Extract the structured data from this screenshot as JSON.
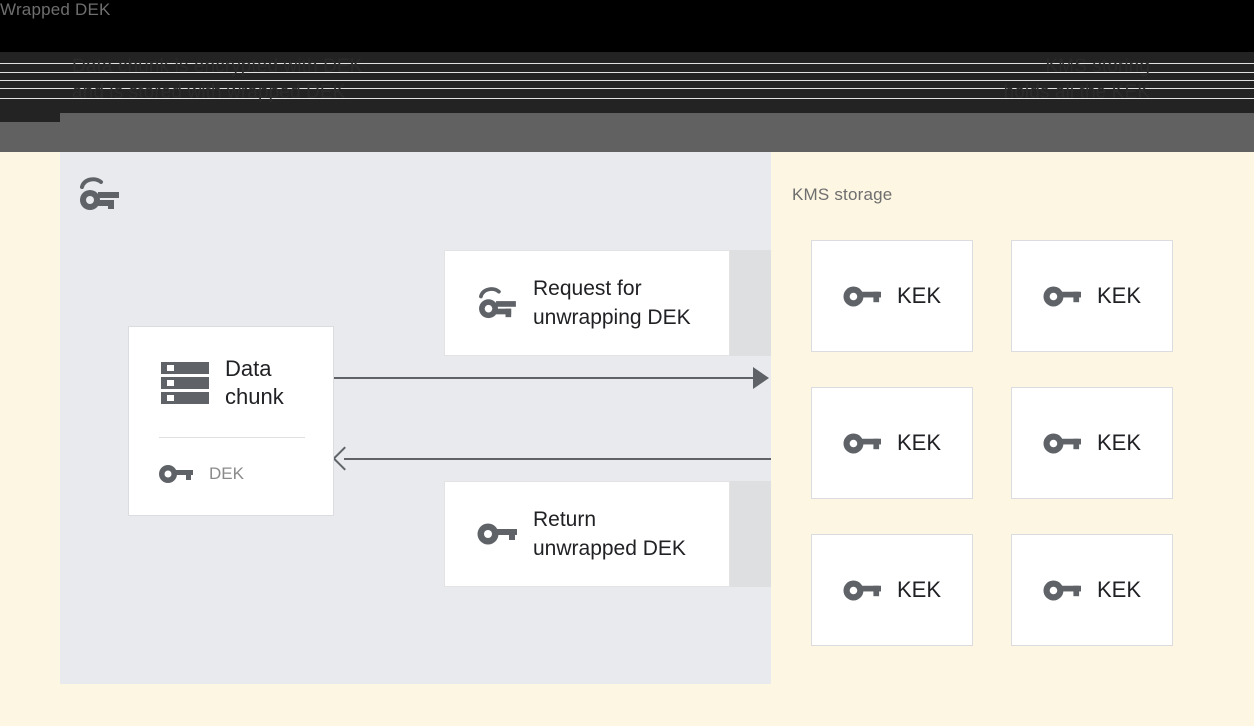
{
  "captions": {
    "left": "Data chunk is encrypted with DEK\nand is stored with wrapped DEK",
    "right": "KMS storing\nholds all the KEK"
  },
  "left_panel": {
    "title": "Wrapped DEK",
    "title_icon": "wrapped-key-icon",
    "background": "#e8eaed",
    "data_chunk": {
      "icon": "data-chunk-icon",
      "label": "Data\nchunk",
      "key_icon": "key-icon",
      "key_label": "DEK"
    },
    "messages": [
      {
        "icon": "wrapped-key-icon",
        "label": "Request for\nunwrapping DEK"
      },
      {
        "icon": "key-icon",
        "label": "Return\nunwrapped DEK"
      }
    ],
    "arrows": [
      {
        "name": "request-arrow",
        "direction": "right"
      },
      {
        "name": "return-arrow",
        "direction": "left"
      }
    ]
  },
  "right_panel": {
    "title": "KMS storage",
    "background": "#fdf6e3",
    "keys": [
      {
        "icon": "key-icon",
        "label": "KEK"
      },
      {
        "icon": "key-icon",
        "label": "KEK"
      },
      {
        "icon": "key-icon",
        "label": "KEK"
      },
      {
        "icon": "key-icon",
        "label": "KEK"
      },
      {
        "icon": "key-icon",
        "label": "KEK"
      },
      {
        "icon": "key-icon",
        "label": "KEK"
      }
    ]
  },
  "colors": {
    "page_background": "#fdf6e3",
    "left_panel": "#e8eaed",
    "icon_gray": "#5f6368",
    "text_dark": "#202124",
    "text_muted": "#6e6e6e",
    "strip_gray": "#dedfe0",
    "top_band": "#232323",
    "mid_band": "#616161"
  }
}
